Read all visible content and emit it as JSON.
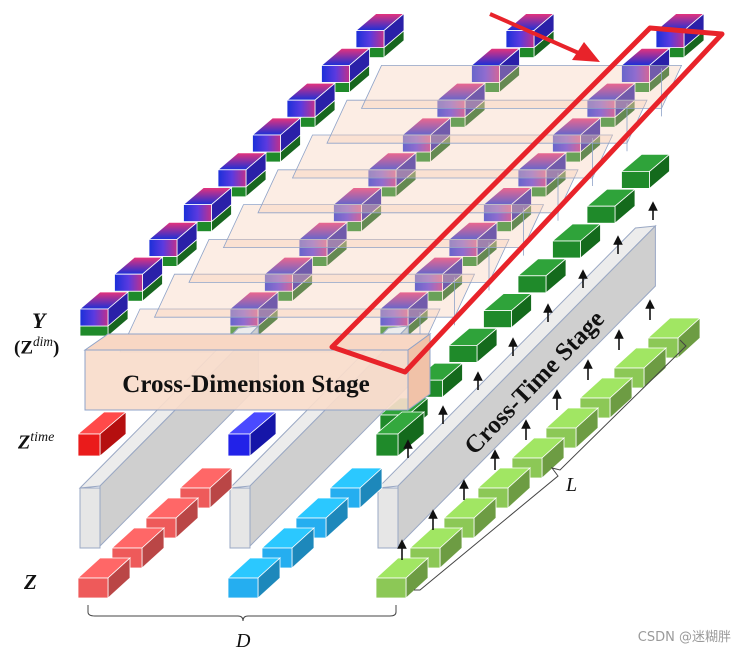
{
  "labels": {
    "y": "Y",
    "z_dim_base": "(Z",
    "z_dim_sup": "dim",
    "z_dim_close": ")",
    "z_time_base": "Z",
    "z_time_sup": "time",
    "z": "Z",
    "d": "D",
    "l": "L"
  },
  "stages": {
    "cross_dimension": "Cross-Dimension Stage",
    "cross_time": "Cross-Time Stage"
  },
  "watermark": "CSDN @迷糊胖",
  "colors": {
    "red": "#e4505a",
    "blue": "#1e9ee0",
    "green": "#8cc856",
    "dark_green": "#1f8a2a",
    "gradient_top": "#e8327a",
    "gradient_bottom": "#1a2fd8",
    "gray_bar": "#d8d8d8",
    "peach": "#f7cbb2",
    "highlight": "#e8232a"
  }
}
